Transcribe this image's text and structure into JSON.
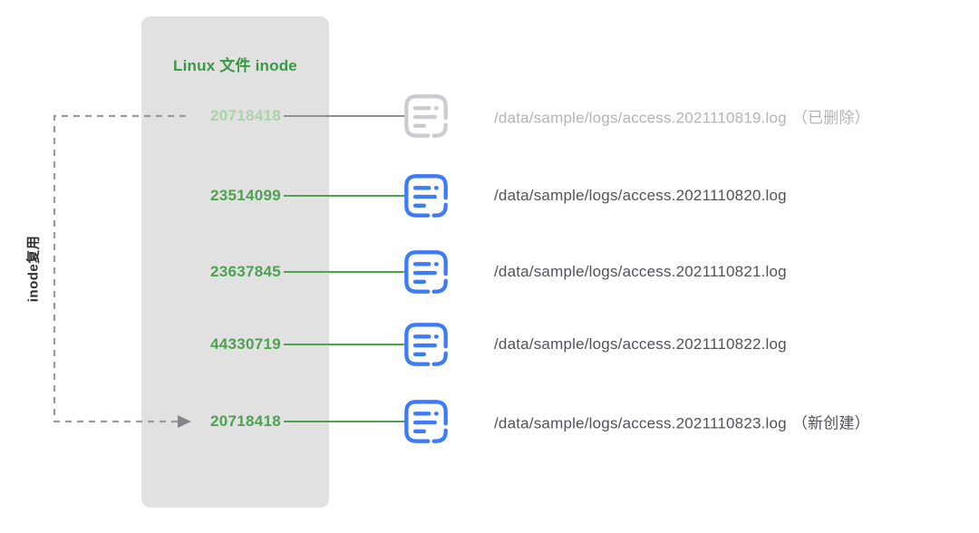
{
  "panel": {
    "title": "Linux 文件 inode"
  },
  "reuse_label": "inode复用",
  "colors": {
    "green": "#4ba34f",
    "green_title": "#379a43",
    "green_faded": "#a9d3a9",
    "blue_icon": "#3e7bfa",
    "gray_icon": "#cbcbd0",
    "panel_bg": "#e1e1e2",
    "dashed_line": "#9b9b9b",
    "path_text": "#515257",
    "path_text_faded": "#b3b3b8"
  },
  "rows": [
    {
      "inode": "20718418",
      "path": "/data/sample/logs/access.2021110819.log",
      "note": "（已删除）",
      "state": "deleted"
    },
    {
      "inode": "23514099",
      "path": "/data/sample/logs/access.2021110820.log",
      "note": "",
      "state": "active"
    },
    {
      "inode": "23637845",
      "path": "/data/sample/logs/access.2021110821.log",
      "note": "",
      "state": "active"
    },
    {
      "inode": "44330719",
      "path": "/data/sample/logs/access.2021110822.log",
      "note": "",
      "state": "active"
    },
    {
      "inode": "20718418",
      "path": "/data/sample/logs/access.2021110823.log",
      "note": "（新创建）",
      "state": "active"
    }
  ]
}
